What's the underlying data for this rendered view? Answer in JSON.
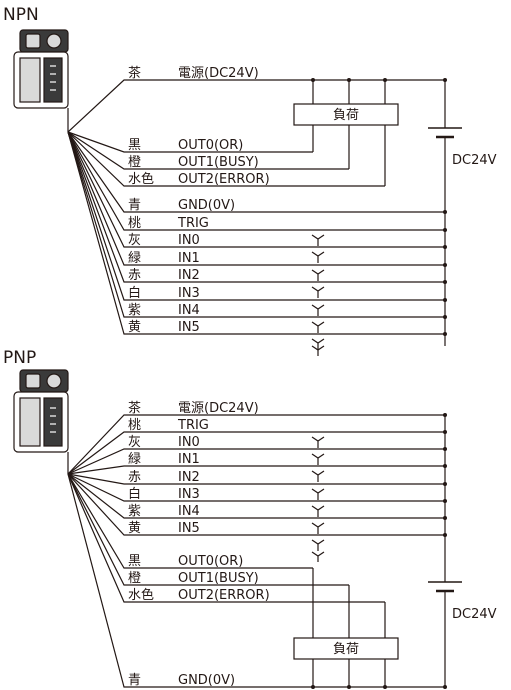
{
  "title": "",
  "supply_label": "DC24V",
  "load_label": "負荷",
  "npn": {
    "heading": "NPN",
    "wires": [
      {
        "color": "茶",
        "signal": "電源(DC24V)"
      },
      {
        "color": "黒",
        "signal": "OUT0(OR)"
      },
      {
        "color": "橙",
        "signal": "OUT1(BUSY)"
      },
      {
        "color": "水色",
        "signal": "OUT2(ERROR)"
      },
      {
        "color": "青",
        "signal": "GND(0V)"
      },
      {
        "color": "桃",
        "signal": "TRIG"
      },
      {
        "color": "灰",
        "signal": "IN0"
      },
      {
        "color": "緑",
        "signal": "IN1"
      },
      {
        "color": "赤",
        "signal": "IN2"
      },
      {
        "color": "白",
        "signal": "IN3"
      },
      {
        "color": "紫",
        "signal": "IN4"
      },
      {
        "color": "黄",
        "signal": "IN5"
      }
    ]
  },
  "pnp": {
    "heading": "PNP",
    "wires": [
      {
        "color": "茶",
        "signal": "電源(DC24V)"
      },
      {
        "color": "桃",
        "signal": "TRIG"
      },
      {
        "color": "灰",
        "signal": "IN0"
      },
      {
        "color": "緑",
        "signal": "IN1"
      },
      {
        "color": "赤",
        "signal": "IN2"
      },
      {
        "color": "白",
        "signal": "IN3"
      },
      {
        "color": "紫",
        "signal": "IN4"
      },
      {
        "color": "黄",
        "signal": "IN5"
      },
      {
        "color": "黒",
        "signal": "OUT0(OR)"
      },
      {
        "color": "橙",
        "signal": "OUT1(BUSY)"
      },
      {
        "color": "水色",
        "signal": "OUT2(ERROR)"
      },
      {
        "color": "青",
        "signal": "GND(0V)"
      }
    ]
  },
  "colors": {
    "line": "#231815",
    "background": "#ffffff",
    "device_dark": "#3a3a3a",
    "device_light": "#d9d9d9"
  }
}
